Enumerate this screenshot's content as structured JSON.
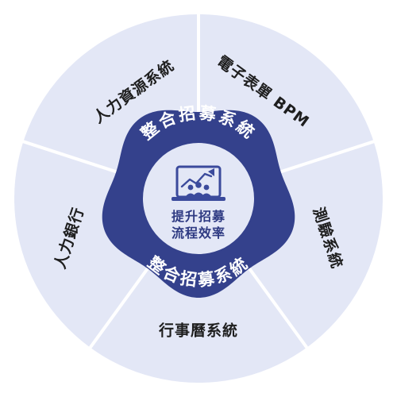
{
  "segments": [
    {
      "label": "人力資源系統"
    },
    {
      "label": "電子表單 BPM"
    },
    {
      "label": "測驗系統"
    },
    {
      "label": "行事曆系統"
    },
    {
      "label": "人力銀行"
    }
  ],
  "ring": {
    "top_label": "整合招募系統",
    "bottom_label": "整合招募系統"
  },
  "center": {
    "icon": "laptop-chart-icon",
    "line1": "提升招募",
    "line2": "流程效率"
  },
  "colors": {
    "outer_segment": "#e3e7f6",
    "divider": "#ffffff",
    "ring": "#34418c",
    "center_text": "#2e3a82",
    "icon": "#3b4a9c"
  }
}
